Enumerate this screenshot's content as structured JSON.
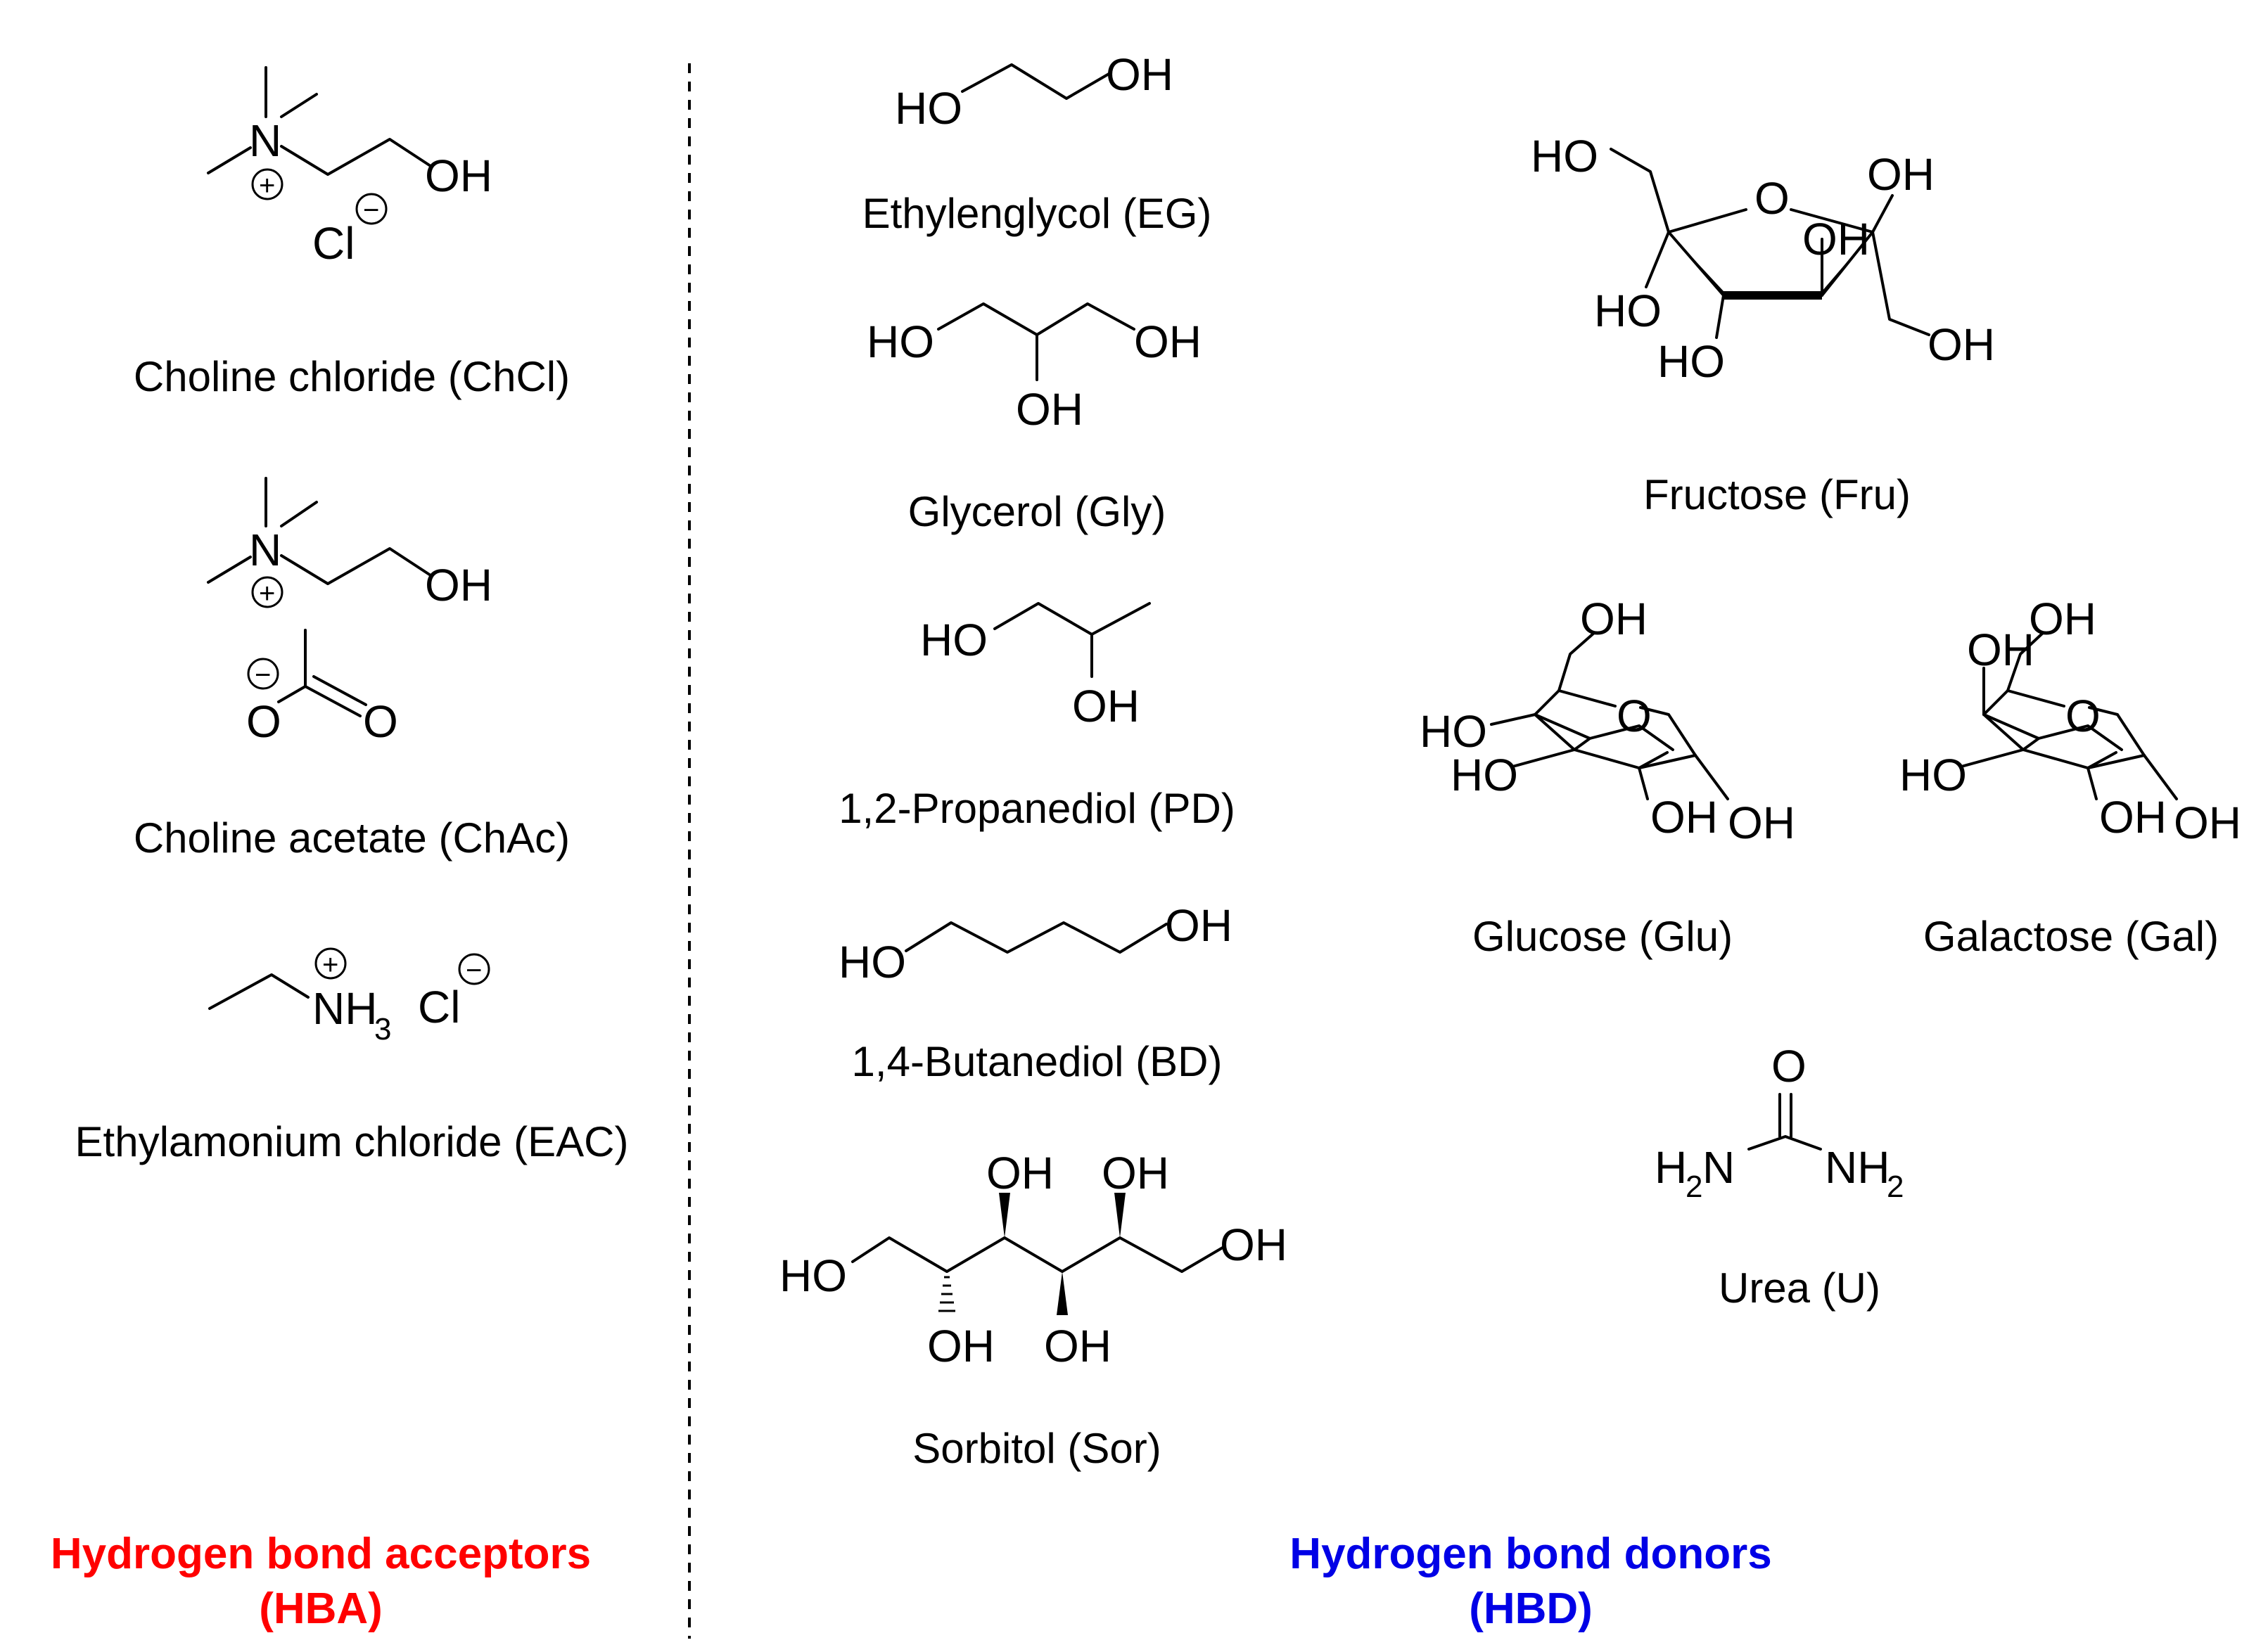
{
  "colors": {
    "acceptor_heading": "#ff0000",
    "donor_heading": "#0000e6",
    "ink": "#000000",
    "divider": "#000000"
  },
  "atoms": {
    "N": "N",
    "OH": "OH",
    "HO": "HO",
    "O": "O",
    "Cl": "Cl",
    "NH": "NH",
    "H": "H",
    "three": "3",
    "two": "2",
    "plus": "+",
    "minus": "−"
  },
  "acceptors": {
    "choline_chloride": "Choline chloride (ChCl)",
    "choline_acetate": "Choline acetate (ChAc)",
    "ethylamonium_chloride": "Ethylamonium chloride (EAC)"
  },
  "donors": {
    "ethylenglycol": "Ethylenglycol (EG)",
    "glycerol": "Glycerol (Gly)",
    "propanediol": "1,2-Propanediol (PD)",
    "butanediol": "1,4-Butanediol (BD)",
    "sorbitol": "Sorbitol (Sor)",
    "fructose": "Fructose (Fru)",
    "glucose": "Glucose (Glu)",
    "galactose": "Galactose (Gal)",
    "urea": "Urea (U)"
  },
  "headings": {
    "acceptors_line1": "Hydrogen bond acceptors",
    "acceptors_line2": "(HBA)",
    "donors_line1": "Hydrogen bond donors",
    "donors_line2": "(HBD)"
  }
}
